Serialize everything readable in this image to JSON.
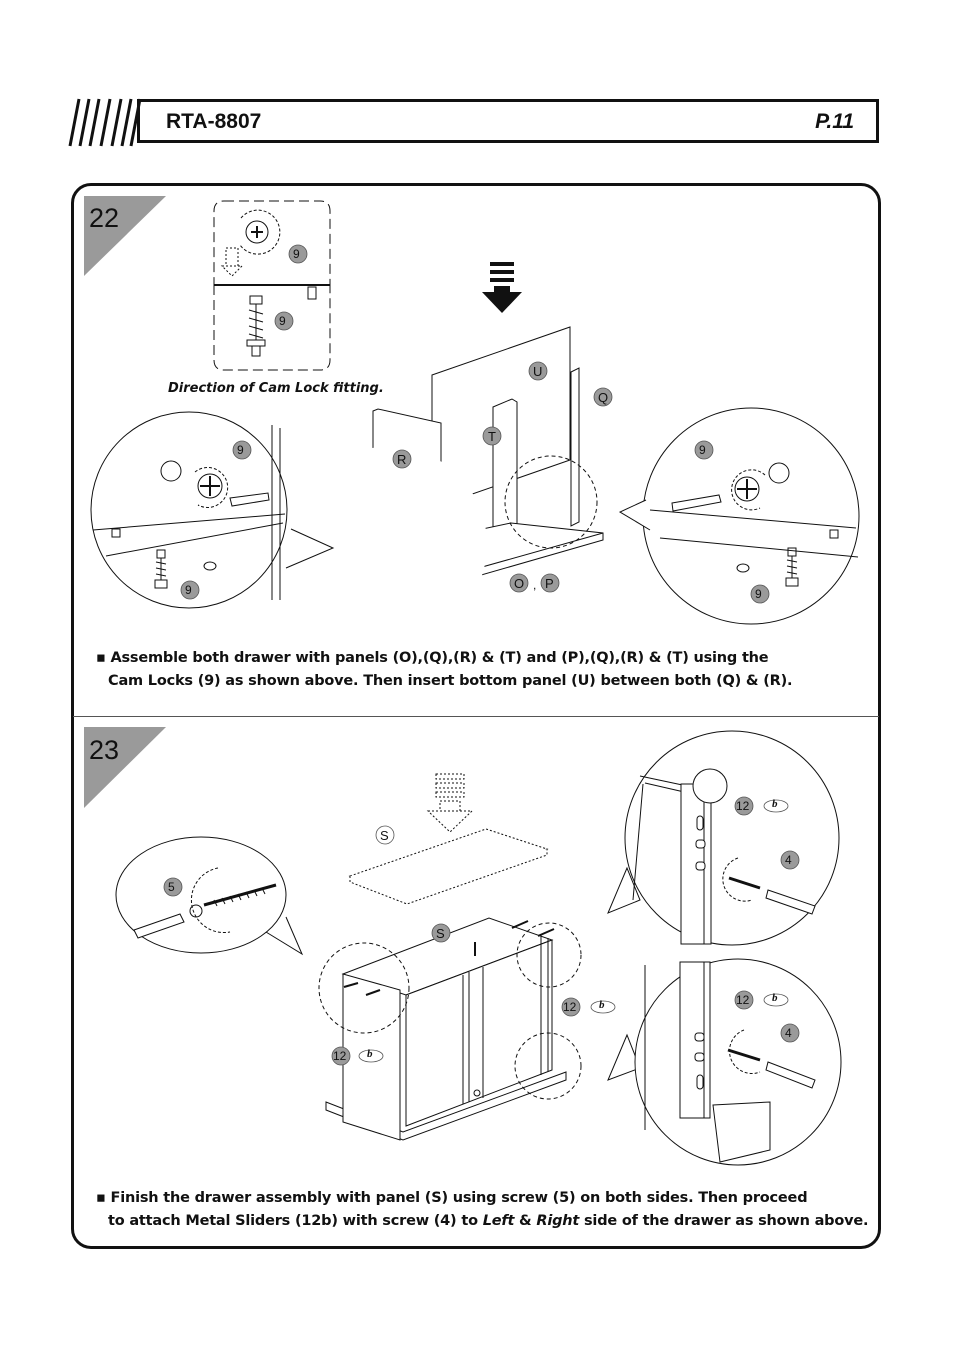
{
  "header": {
    "model": "RTA-8807",
    "page": "P.11"
  },
  "step22": {
    "number": "22",
    "cam_caption": "Direction of Cam Lock fitting.",
    "caption_line1": "Assemble both drawer with panels (O),(Q),(R) & (T) and (P),(Q),(R) & (T) using the",
    "caption_line2": "Cam Locks (9) as shown above. Then insert bottom panel (U) between  both (Q) & (R).",
    "labels": {
      "nine": "9",
      "U": "U",
      "Q": "Q",
      "T": "T",
      "R": "R",
      "O": "O",
      "P": "P",
      "comma": ","
    }
  },
  "step23": {
    "number": "23",
    "caption_line1_a": "Finish the drawer assembly with panel (S) using screw (5) on both sides. Then proceed",
    "caption_line2_a": "to attach Metal Sliders (12b) with screw (4) to ",
    "caption_line2_left": "Left",
    "caption_line2_amp": " & ",
    "caption_line2_right": "Right",
    "caption_line2_b": " side of the drawer as shown above.",
    "labels": {
      "S": "S",
      "five": "5",
      "four": "4",
      "twelve": "12",
      "b": "b"
    }
  }
}
